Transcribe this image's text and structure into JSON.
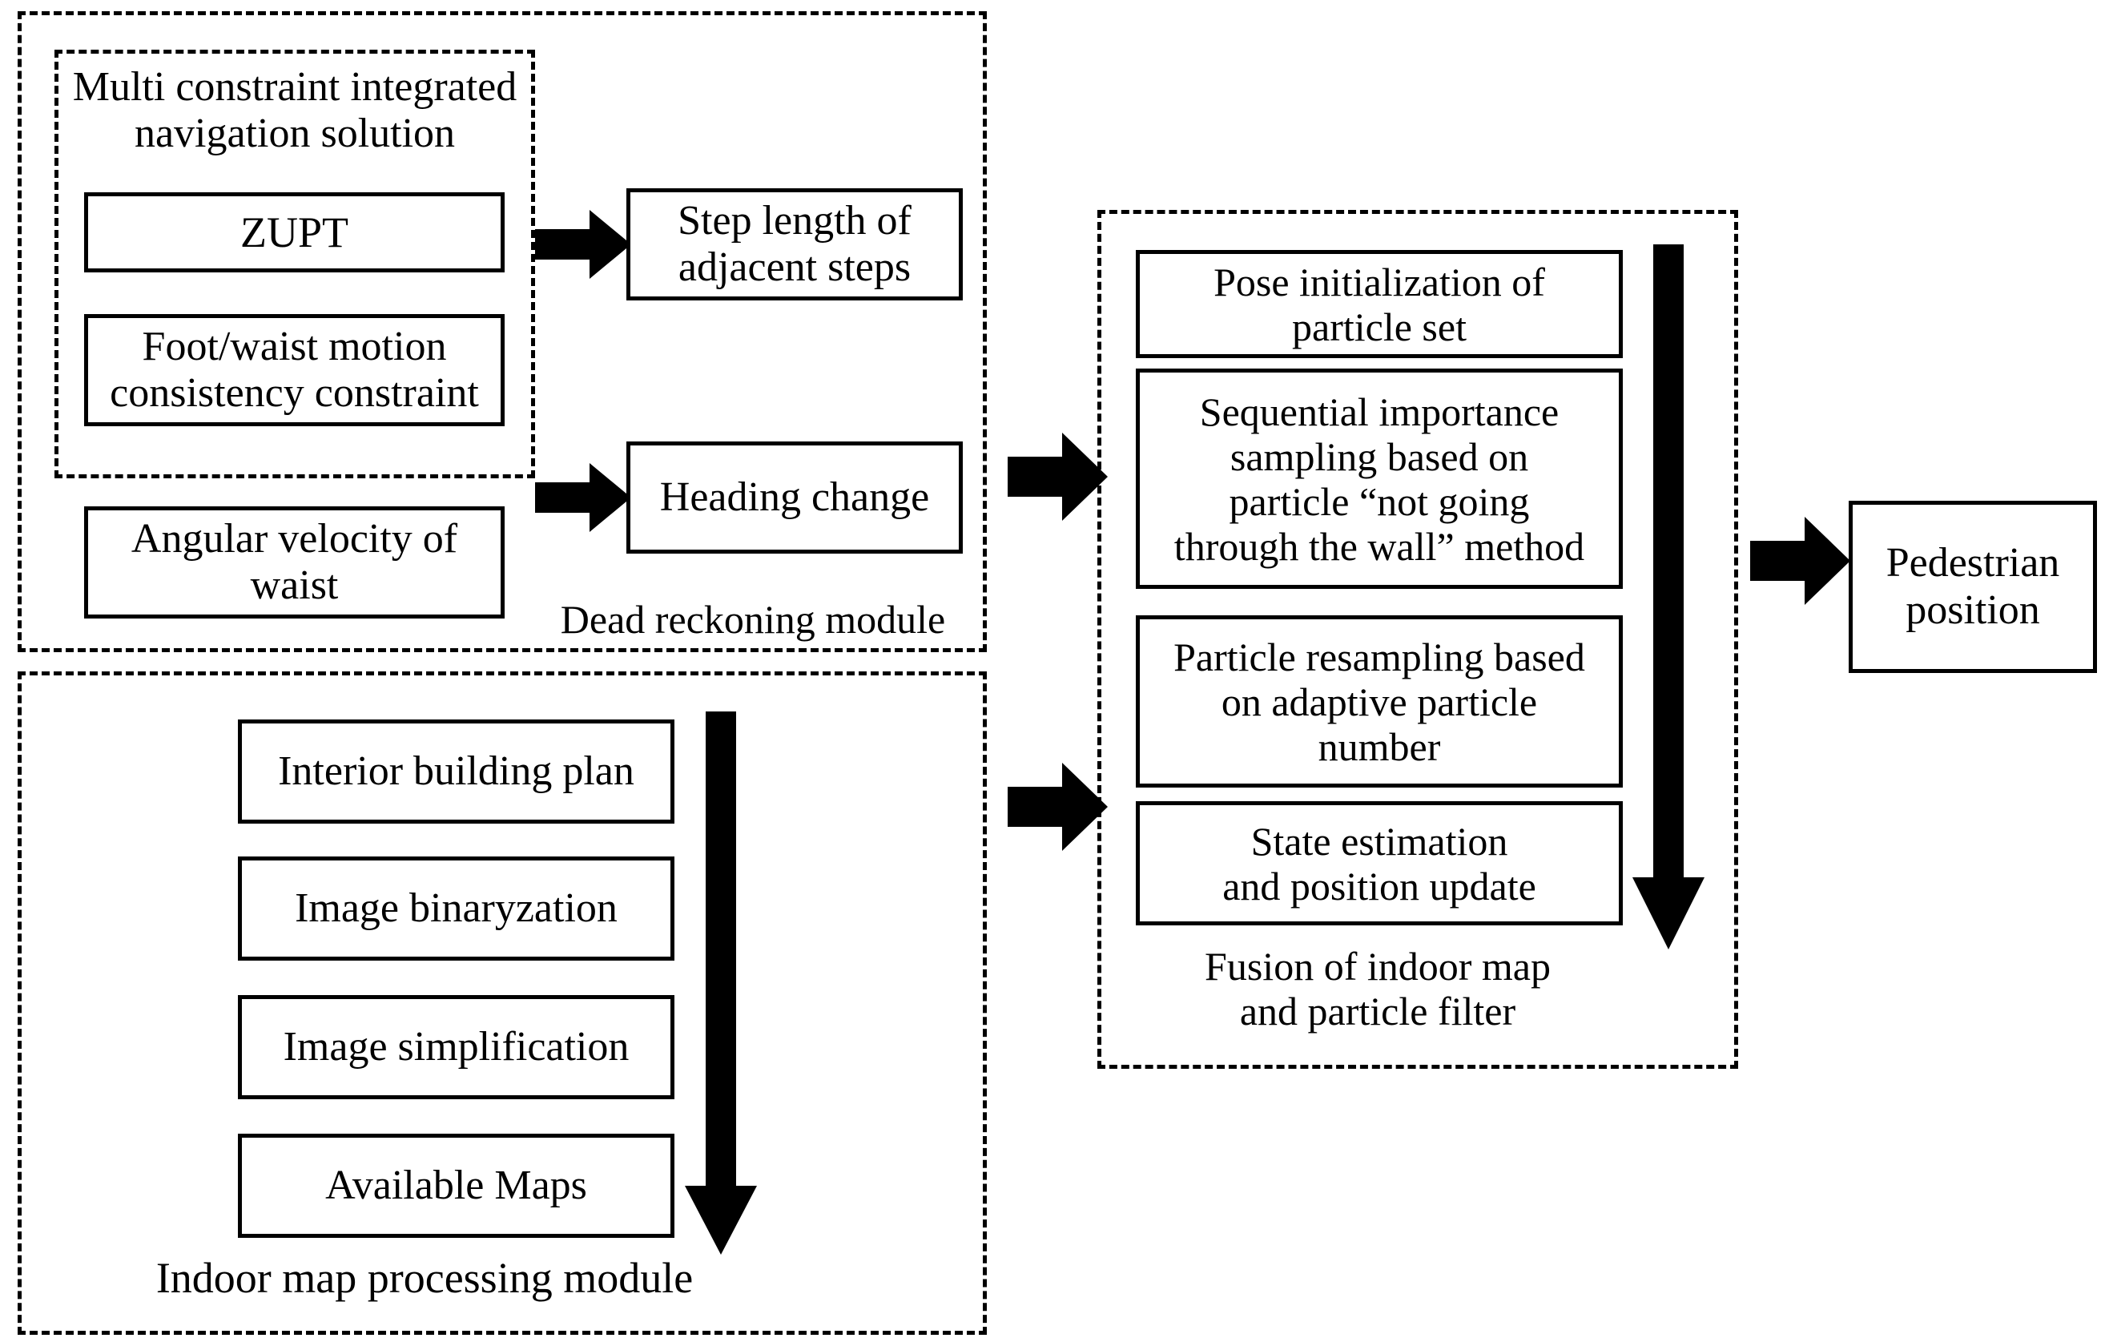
{
  "figure": {
    "type": "flowchart",
    "description": "Pedestrian indoor positioning system block diagram"
  },
  "dead_reckoning_module": {
    "caption": "Dead reckoning module",
    "inner_group": {
      "caption": "Multi constraint integrated\nnavigation solution",
      "boxes": [
        {
          "label": "ZUPT"
        },
        {
          "label": "Foot/waist motion\nconsistency constraint"
        }
      ]
    },
    "boxes": [
      {
        "label": "Angular velocity of\nwaist"
      }
    ],
    "outputs": [
      {
        "label": "Step length of\nadjacent steps"
      },
      {
        "label": "Heading change"
      }
    ]
  },
  "indoor_map_module": {
    "caption": "Indoor map processing module",
    "boxes": [
      {
        "label": "Interior building plan"
      },
      {
        "label": "Image binaryzation"
      },
      {
        "label": "Image simplification"
      },
      {
        "label": "Available Maps"
      }
    ]
  },
  "fusion_module": {
    "caption": "Fusion of indoor map\nand particle filter",
    "boxes": [
      {
        "label": "Pose initialization of\nparticle set"
      },
      {
        "label": "Sequential importance\nsampling based on\nparticle “not going\nthrough the wall” method"
      },
      {
        "label": "Particle resampling based\non adaptive particle\nnumber"
      },
      {
        "label": "State estimation\nand position update"
      }
    ]
  },
  "output": {
    "box": {
      "label": "Pedestrian\nposition"
    }
  },
  "arrows": [
    {
      "name": "zupt-to-step-length",
      "direction": "right"
    },
    {
      "name": "constraint-to-heading-change",
      "direction": "right"
    },
    {
      "name": "dead-reckoning-to-fusion",
      "direction": "right"
    },
    {
      "name": "indoor-map-to-fusion",
      "direction": "right"
    },
    {
      "name": "fusion-to-pedestrian-position",
      "direction": "right"
    },
    {
      "name": "indoor-map-sequence-flow",
      "direction": "down"
    },
    {
      "name": "fusion-sequence-flow",
      "direction": "down"
    }
  ],
  "colors": {
    "stroke": "#000000",
    "fill": "#ffffff",
    "arrow": "#000000"
  }
}
